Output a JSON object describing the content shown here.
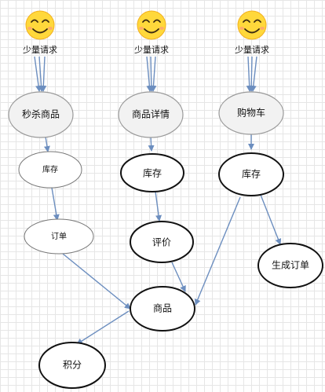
{
  "users": [
    {
      "label": "少量请求"
    },
    {
      "label": "少量请求"
    },
    {
      "label": "少量请求"
    }
  ],
  "nodes": {
    "miaosha": "秒杀商品",
    "xiangqing": "商品详情",
    "gouwuche": "购物车",
    "kucun1": "库存",
    "kucun2": "库存",
    "kucun3": "库存",
    "dingdan": "订单",
    "pingjia": "评价",
    "shengcheng": "生成订单",
    "shangpin": "商品",
    "jifen": "积分"
  },
  "colors": {
    "arrow": "#6c8ebf",
    "face": "#ffd83b",
    "face_outline": "#f2b01e",
    "face_feature": "#3a2a10",
    "cheek": "#ff9a7a"
  }
}
